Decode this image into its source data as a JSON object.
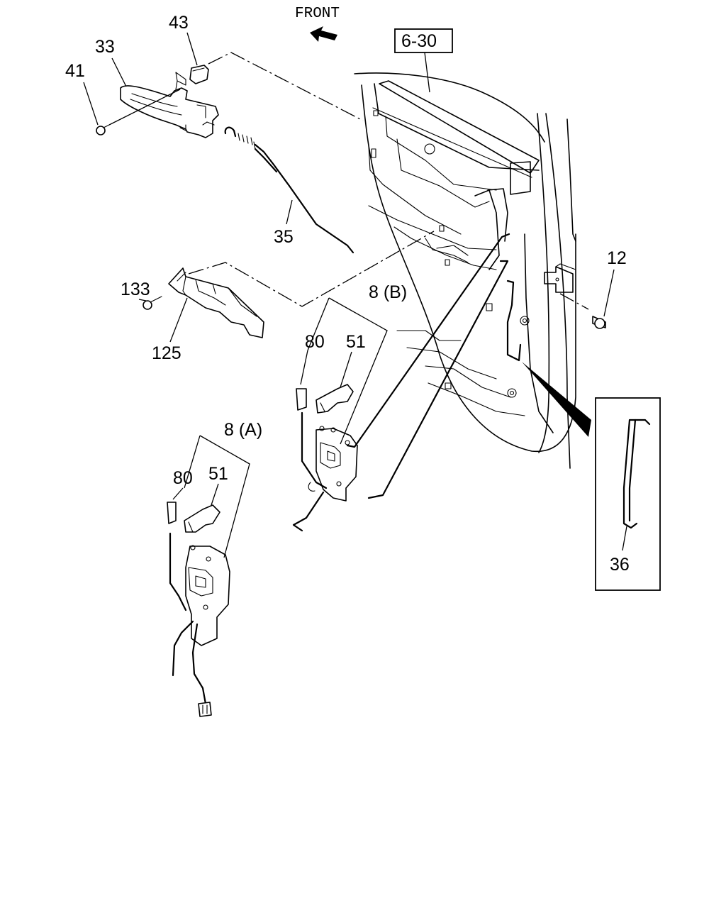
{
  "diagram": {
    "direction_label": "FRONT",
    "ref_box": "6-30",
    "callouts": {
      "p43": "43",
      "p33": "33",
      "p41": "41",
      "p35": "35",
      "p133": "133",
      "p125": "125",
      "p12": "12",
      "p8b": "8 (B)",
      "p80b": "80",
      "p51b": "51",
      "p8a": "8 (A)",
      "p80a": "80",
      "p51a": "51",
      "p36": "36"
    }
  }
}
